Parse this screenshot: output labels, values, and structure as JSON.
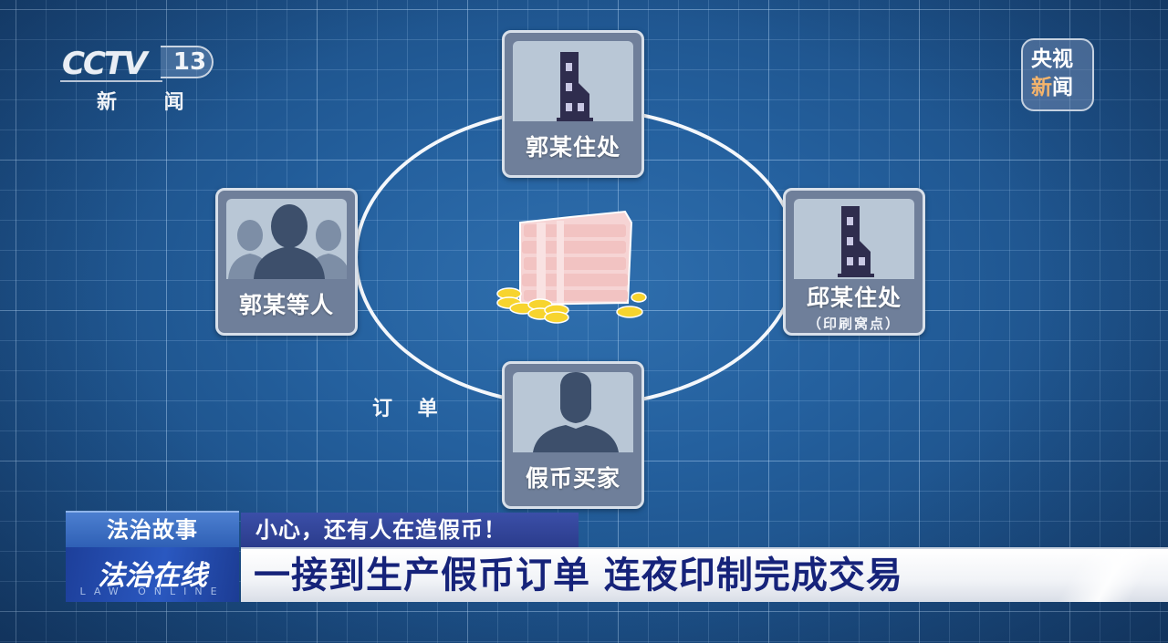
{
  "channel": {
    "logo_text": "CCTV",
    "channel_number": "13",
    "channel_name": "新 闻"
  },
  "badge": {
    "line1": "央视",
    "line2_accent": "新",
    "line2_rest": "闻",
    "accent_color": "#f4b46c"
  },
  "diagram": {
    "center_icon": "money-stack-with-coins-icon",
    "nodes": [
      {
        "id": "guo-home",
        "label": "郭某住处",
        "icon": "building-icon"
      },
      {
        "id": "guo-group",
        "label": "郭某等人",
        "icon": "people-group-icon"
      },
      {
        "id": "qiu-home",
        "label": "邱某住处",
        "sublabel": "（印刷窝点）",
        "icon": "building-icon"
      },
      {
        "id": "buyer",
        "label": "假币买家",
        "icon": "person-silhouette-icon"
      }
    ],
    "edge_label": "订 单",
    "ring_color": "#f4f7fb"
  },
  "lower_third": {
    "story_tag": "法治故事",
    "headline": "小心，还有人在造假币！",
    "show_name": "法治在线",
    "show_name_en": "LAW ONLINE",
    "main_caption": "一接到生产假币订单 连夜印制完成交易",
    "caption_color": "#16237a"
  },
  "colors": {
    "background": "#24609e",
    "node_frame": "#6f7f9a",
    "node_picture": "#b9c7d6",
    "silhouette": "#3d4f6b",
    "building": "#2f2d4e"
  }
}
